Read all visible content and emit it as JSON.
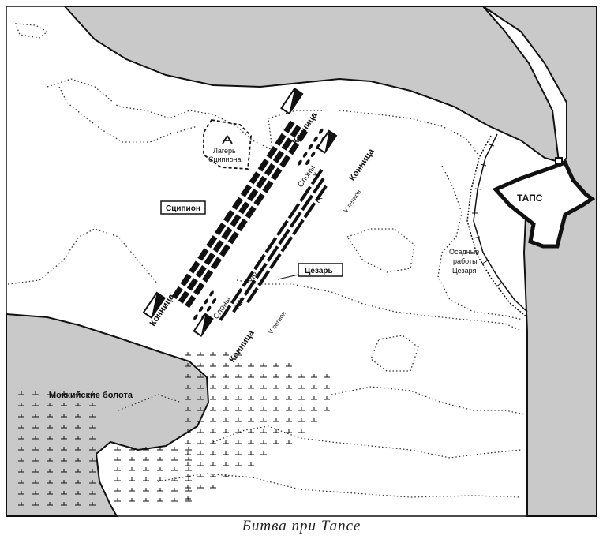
{
  "caption": "Битва при Тапсе",
  "labels": {
    "town": "ТАПС",
    "scipio": "Сципион",
    "caesar": "Цезарь",
    "camp_line1": "Лагерь",
    "camp_line2": "Сципиона",
    "siege_line1": "Осадные",
    "siege_line2": "работы",
    "siege_line3": "Цезаря",
    "marsh": "Моккийские болота",
    "cavalry_tl": "Конница",
    "cavalry_bl": "Конница",
    "cavalry_tr": "Конница",
    "cavalry_br": "Конница",
    "elephants_top": "Слоны",
    "elephants_bot": "Слоны",
    "legion_ix": "IX",
    "legion_x": "X",
    "legion_xiv": "XIV",
    "legion_xiii": "XIII",
    "legion_v_top": "V легион",
    "legion_v_bot": "V легион"
  },
  "colors": {
    "sea": "#c9c9c9",
    "land": "#ffffff",
    "ink": "#111111"
  }
}
